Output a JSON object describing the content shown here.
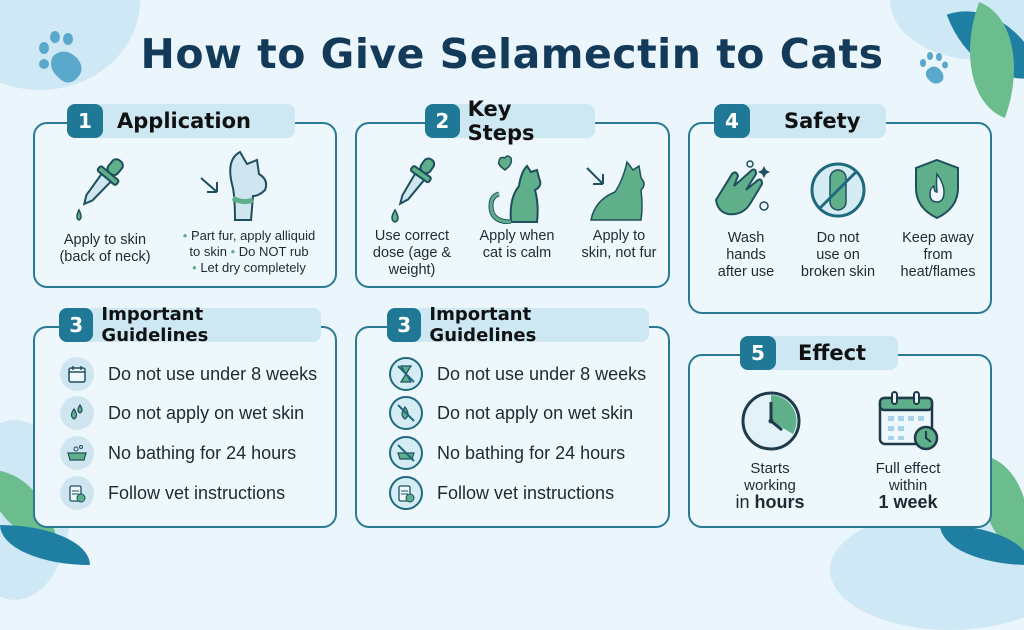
{
  "title": "How to Give Selamectin to Cats",
  "colors": {
    "accent": "#1f7895",
    "green": "#5fb08a",
    "title": "#143a5a",
    "border": "#2a7a93",
    "background": "#eaf6fb"
  },
  "sections": {
    "application": {
      "number": "1",
      "label": "Application",
      "items": [
        {
          "icon": "dropper-icon",
          "line1": "Apply to skin",
          "line2": "(back of neck)"
        },
        {
          "icon": "cat-neck-icon",
          "bullets": [
            "Part fur, apply alliquid",
            "to skin",
            "Do NOT rub",
            "Let dry completely"
          ]
        }
      ]
    },
    "key_steps": {
      "number": "2",
      "label": "Key Steps",
      "items": [
        {
          "icon": "dropper-icon",
          "line1": "Use correct",
          "line2": "dose (age &",
          "line3": "weight)"
        },
        {
          "icon": "calm-cat-heart-icon",
          "line1": "Apply when",
          "line2": "cat is calm"
        },
        {
          "icon": "cat-arrow-icon",
          "line1": "Apply to",
          "line2": "skin, not fur"
        }
      ]
    },
    "guidelines_left": {
      "number": "3",
      "label": "Important Guidelines",
      "items": [
        {
          "icon": "calendar-icon",
          "text": "Do not use under 8 weeks"
        },
        {
          "icon": "water-drops-icon",
          "text": "Do not apply on wet skin"
        },
        {
          "icon": "bath-icon",
          "text": "No bathing for 24 hours"
        },
        {
          "icon": "clipboard-check-icon",
          "text": "Follow vet instructions"
        }
      ]
    },
    "guidelines_right": {
      "number": "3",
      "label": "Important Guidelines",
      "items": [
        {
          "icon": "no-hourglass-icon",
          "text": "Do not use under 8 weeks"
        },
        {
          "icon": "no-water-icon",
          "text": "Do not apply on wet skin"
        },
        {
          "icon": "no-bath-icon",
          "text": "No bathing for 24 hours"
        },
        {
          "icon": "clipboard-check-icon",
          "text": "Follow vet instructions"
        }
      ]
    },
    "safety": {
      "number": "4",
      "label": "Safety",
      "items": [
        {
          "icon": "wash-hands-icon",
          "line1": "Wash",
          "line2": "hands",
          "line3": "after use"
        },
        {
          "icon": "no-broken-skin-icon",
          "line1": "Do not",
          "line2": "use on",
          "line3": "broken skin"
        },
        {
          "icon": "fire-shield-icon",
          "line1": "Keep away",
          "line2": "from",
          "line3": "heat/flames"
        }
      ]
    },
    "effect": {
      "number": "5",
      "label": "Effect",
      "items": [
        {
          "icon": "clock-icon",
          "line1": "Starts",
          "line2": "working",
          "line3_pre": "in ",
          "line3_bold": "hours"
        },
        {
          "icon": "calendar-clock-icon",
          "line1": "Full effect",
          "line2": "within",
          "line3_pre": "",
          "line3_bold": "1 week"
        }
      ]
    }
  }
}
